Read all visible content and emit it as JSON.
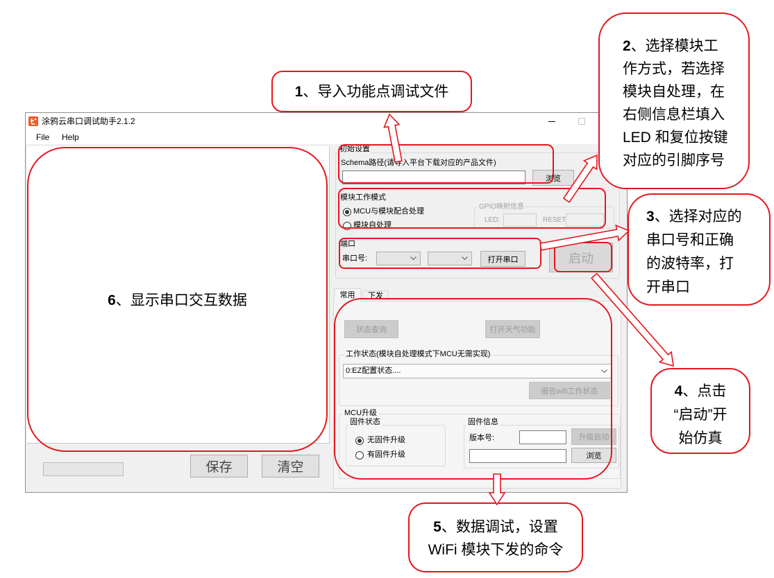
{
  "window": {
    "title": "涂鸦云串口调试助手2.1.2",
    "app_icon": "tuya-logo-icon",
    "minimize_icon": "minimize-icon",
    "maximize_icon": "maximize-icon",
    "close_icon": "close-icon"
  },
  "menu": [
    {
      "label": "File"
    },
    {
      "label": "Help"
    }
  ],
  "log_panel": {
    "progress": 0,
    "save_label": "保存",
    "clear_label": "清空"
  },
  "init_settings": {
    "group_label": "初始设置",
    "schema_label": "Schema路径(请导入平台下载对应的产品文件)",
    "browse_label": "浏览"
  },
  "work_mode": {
    "group_label": "模块工作模式",
    "options": [
      {
        "label": "MCU与模块配合处理",
        "checked": true
      },
      {
        "label": "模块自处理",
        "checked": false
      }
    ],
    "gpio": {
      "group_label": "GPIO映射信息",
      "led_label": "LED:",
      "reset_label": "RESET:"
    }
  },
  "port": {
    "group_label": "端口",
    "port_label": "串口号:",
    "open_label": "打开串口",
    "select_icon": "chevron-down-icon"
  },
  "start_label": "启动",
  "tabs": [
    {
      "label": "常用",
      "active": true
    },
    {
      "label": "下发",
      "active": false
    }
  ],
  "common_tab": {
    "status_query_label": "状态查询",
    "weather_label": "打开天气功能",
    "work_status_label": "工作状态(模块自处理模式下MCU无需实现)",
    "work_status_value": "0:EZ配置状态....",
    "report_wifi_label": "报告wifi工作状态",
    "mcu_upgrade": {
      "group_label": "MCU升级",
      "firmware_status": {
        "group_label": "固件状态",
        "options": [
          {
            "label": "无固件升级",
            "checked": true
          },
          {
            "label": "有固件升级",
            "checked": false
          }
        ]
      },
      "firmware_info": {
        "group_label": "固件信息",
        "version_label": "版本号:",
        "upgrade_label": "升级启动",
        "browse_label": "浏览"
      }
    }
  },
  "annotations": [
    {
      "number": "1",
      "lines": [
        "、导入功能点调试文件"
      ]
    },
    {
      "number": "2",
      "lines": [
        "、选择模块工",
        "作方式，若选择",
        "模块自处理，在",
        "右侧信息栏填入",
        "LED 和复位按键",
        "对应的引脚序号"
      ]
    },
    {
      "number": "3",
      "lines": [
        "、选择对应的",
        "串口号和正确",
        "的波特率，打",
        "开串口"
      ]
    },
    {
      "number": "4",
      "lines": [
        "、点击",
        "“启动”开",
        "始仿真"
      ]
    },
    {
      "number": "5",
      "lines": [
        "、数据调试，设置",
        "WiFi 模块下发的命令"
      ]
    },
    {
      "number": "6",
      "lines": [
        "、显示串口交互数据"
      ]
    }
  ],
  "colors": {
    "annotation_red": "#e5161d",
    "panel_bg": "#f0f0f0",
    "disabled_text": "#a0a0a0",
    "app_icon": "#f05a28"
  }
}
